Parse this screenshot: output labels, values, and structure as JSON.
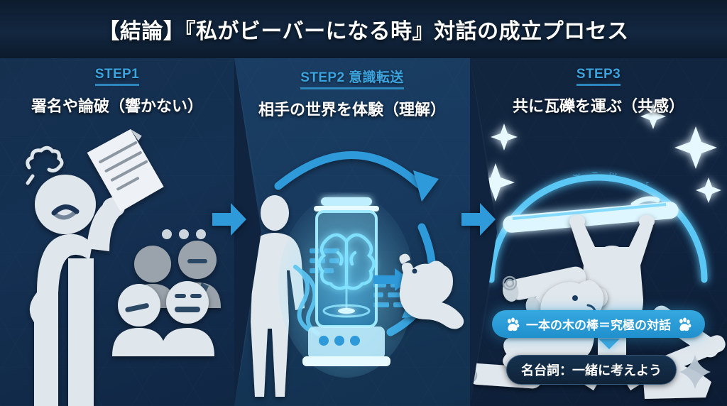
{
  "header": {
    "title": "【結論】『私がビーバーになる時』対話の成立プロセス"
  },
  "steps": [
    {
      "id": "step1",
      "label": "STEP1",
      "title": "署名や論破（響かない）",
      "illustration": "person-holding-petition-with-indifferent-crowd"
    },
    {
      "id": "step2",
      "label": "STEP2 意識転送",
      "title": "相手の世界を体験（理解）",
      "illustration": "human-brain-pod-beaver-consciousness-transfer"
    },
    {
      "id": "step3",
      "label": "STEP3",
      "title": "共に瓦礫を運ぶ（共感）",
      "illustration": "beaver-and-human-carrying-logs-under-glowing-dome"
    }
  ],
  "connectors": [
    {
      "name": "arrow-step1-to-step2",
      "icon": "arrow-right-icon"
    },
    {
      "name": "arrow-step2-to-step3",
      "icon": "arrow-right-icon"
    }
  ],
  "badges": {
    "highlight": {
      "text": "一本の木の棒＝究極の対話",
      "left_icon": "paw-print-icon",
      "right_icon": "paw-print-icon"
    },
    "quote": {
      "text": "名台詞：一緒に考えよう",
      "decoration_icon": "sparkle-icon"
    }
  },
  "colors": {
    "accent_blue": "#3ba3de",
    "pill_blue": "#36a8e0",
    "glow_cyan": "#56c8f5",
    "panel_dark": "#102744",
    "panel_mid": "#1a3d63",
    "header_bg": "#122740",
    "figure_white": "#e3e9ee",
    "crowd_gray": "#9aa3ab"
  }
}
